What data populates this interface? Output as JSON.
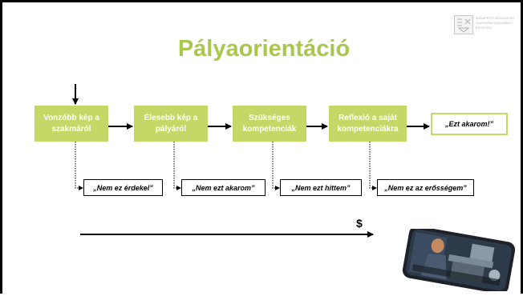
{
  "title": "Pályaorientáció",
  "logo": {
    "icon": "logo-icon",
    "text": "BUDAPESTI MŰSZAKI ÉS GAZDASÁGTUDOMÁNYI EGYETEM"
  },
  "steps": [
    {
      "line1": "Vonzóbb kép a",
      "line2": "szakmáról"
    },
    {
      "line1": "Élesebb kép a",
      "line2": "pályáról"
    },
    {
      "line1": "Szükséges",
      "line2": "kompetenciák"
    },
    {
      "line1": "Reflexió a saját",
      "line2": "kompetenciákra"
    }
  ],
  "final": "„Ezt akarom!”",
  "negatives": [
    "„Nem ez érdekel”",
    "„Nem ezt akarom”",
    "„Nem ezt hittem”",
    "„Nem ez az erősségem”"
  ],
  "axis_symbol": "$",
  "colors": {
    "accent": "#a9c84b",
    "box": "#c5d867"
  }
}
